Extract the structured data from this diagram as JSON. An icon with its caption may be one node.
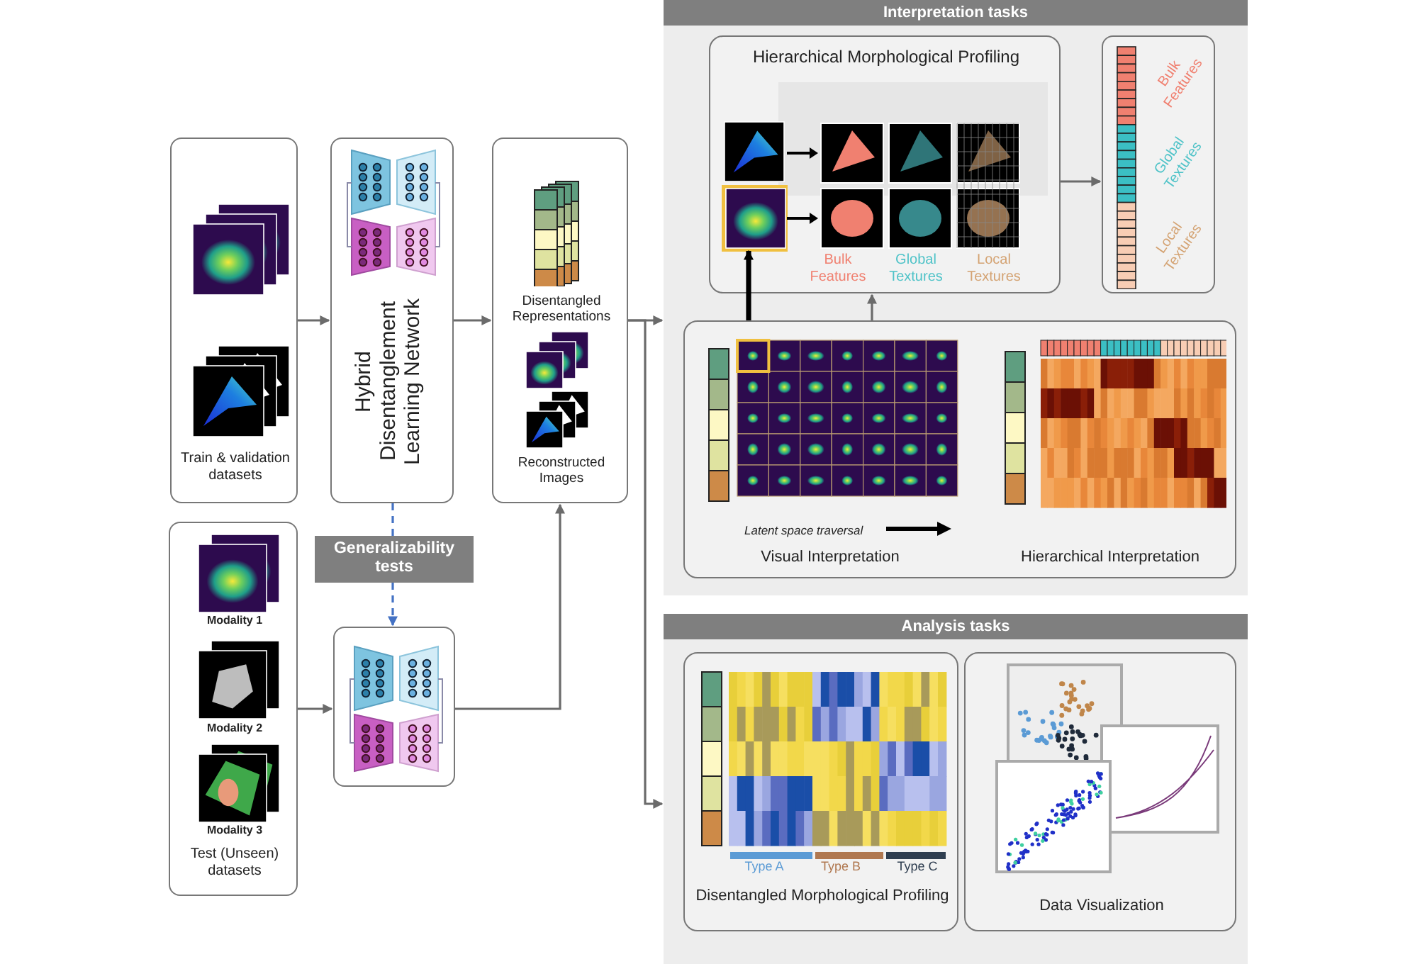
{
  "diagram": {
    "nodes": [
      {
        "text": [
          "Train & validation datasets"
        ]
      },
      {
        "text": [
          "Hybrid Disentanglement Learning Network"
        ]
      },
      {
        "text": [
          "Disentangled Representations",
          "Reconstructed Images"
        ]
      },
      {
        "text": [
          "Modality 1",
          "Modality 2",
          "Modality 3",
          "Test (Unseen) datasets"
        ]
      },
      {
        "text": [
          "Generalizability tests"
        ]
      },
      {
        "text": [],
        "shape": "picture"
      },
      {
        "text": [
          "Interpretation tasks"
        ]
      },
      {
        "text": [
          "Hierarchical Morphological Profiling",
          "Bulk Features",
          "Global Textures",
          "Local Textures"
        ],
        "in": 6
      },
      {
        "text": [
          "Bulk Features",
          "Global Textures",
          "Local Textures"
        ],
        "in": 6
      },
      {
        "text": [
          "Latent space traversal",
          "Visual Interpretation",
          "Hierarchical Interpretation"
        ],
        "in": 6
      },
      {
        "text": [
          "Analysis tasks"
        ]
      },
      {
        "text": [
          "Type A",
          "Type B",
          "Type C",
          "Disentangled Morphological Profiling"
        ],
        "in": 10
      },
      {
        "text": [
          "Data Visualization"
        ],
        "in": 10
      }
    ],
    "edges": [
      {
        "from": 0,
        "to": 1,
        "arrow": "to"
      },
      {
        "from": 1,
        "to": 2,
        "arrow": "to"
      },
      {
        "from": 2,
        "to": 6,
        "arrow": "to"
      },
      {
        "from": 2,
        "to": 10,
        "arrow": "to"
      },
      {
        "from": 1,
        "to": 4,
        "arrow": "none",
        "style": "dashed",
        "color": "#4472c4"
      },
      {
        "from": 4,
        "to": 5,
        "arrow": "to",
        "style": "dashed",
        "color": "#4472c4"
      },
      {
        "from": 3,
        "to": 5,
        "arrow": "to"
      },
      {
        "from": 5,
        "to": 2,
        "arrow": "to"
      },
      {
        "from": 9,
        "to": 7,
        "arrow": "to",
        "style": "thick",
        "color": "#000000"
      },
      {
        "from": 9,
        "to": 7,
        "arrow": "to"
      },
      {
        "from": 7,
        "to": 8,
        "arrow": "to"
      }
    ]
  }
}
